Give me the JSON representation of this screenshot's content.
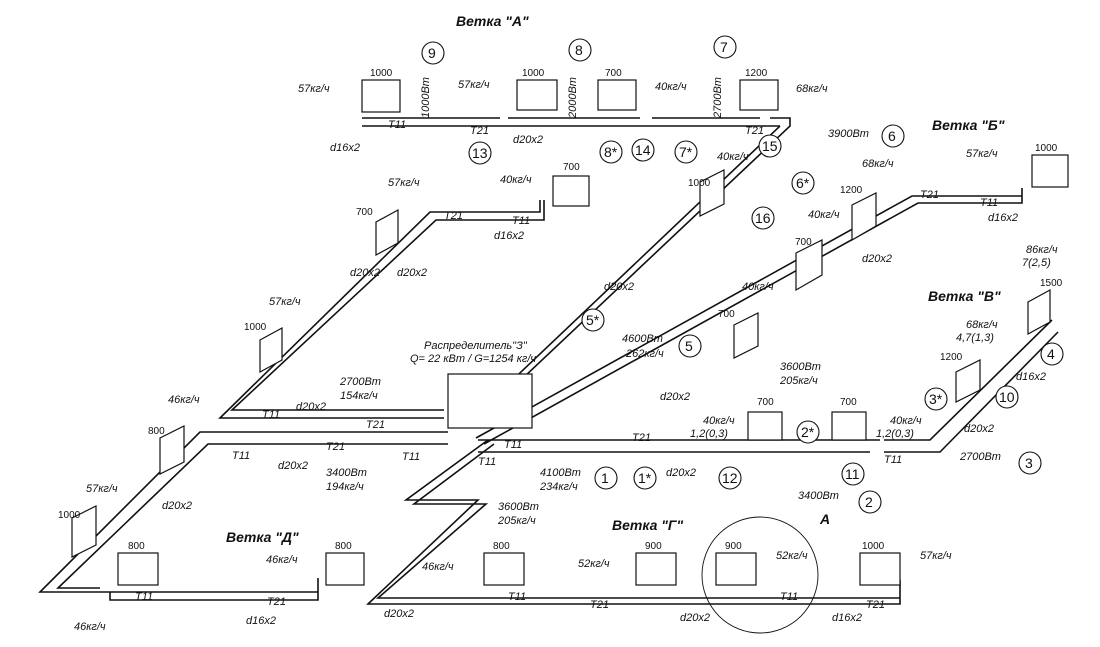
{
  "branches": {
    "a": "Ветка \"А\"",
    "b": "Ветка \"Б\"",
    "v": "Ветка \"В\"",
    "g": "Ветка \"Г\"",
    "d": "Ветка \"Д\""
  },
  "distributor": {
    "line1": "Распределитель\"З\"",
    "line2": "Q= 22 кВт / G=1254 кг/ч"
  },
  "detail": "А",
  "radiators": {
    "a1": "1000",
    "a2": "1000",
    "a3": "700",
    "a4": "1200",
    "b1": "1000",
    "b2": "1200",
    "b3": "700",
    "v1": "1500",
    "v2": "1200",
    "v3": "700",
    "v4": "700",
    "v5": "700",
    "g1": "1000",
    "g2": "900",
    "g3": "900",
    "g4": "800",
    "d1": "800",
    "d2": "800",
    "d3": "1000",
    "d4": "800",
    "d5": "1000",
    "c1": "700",
    "c2": "700",
    "c3": "1000"
  },
  "flows": {
    "a1": "57кг/ч",
    "a2": "57кг/ч",
    "a3": "40кг/ч",
    "a4": "68кг/ч",
    "b1": "57кг/ч",
    "b2": "68кг/ч",
    "b3": "40кг/ч",
    "v1": "86кг/ч",
    "v1b": "7(2,5)",
    "v2": "68кг/ч",
    "v2b": "4,7(1,3)",
    "v3": "40кг/ч",
    "v4": "40кг/ч",
    "v4b": "1,2(0,3)",
    "v5": "40кг/ч",
    "v5b": "1,2(0,3)",
    "g1": "57кг/ч",
    "g2": "52кг/ч",
    "g3": "52кг/ч",
    "g4": "46кг/ч",
    "d1": "46кг/ч",
    "d2": "46кг/ч",
    "d3": "57кг/ч",
    "d4": "46кг/ч",
    "d5": "57кг/ч",
    "c1": "40кг/ч",
    "c2": "57кг/ч",
    "c3": "40кг/ч"
  },
  "pipes": {
    "t11": "T11",
    "t21": "T21",
    "d16": "d16x2",
    "d20": "d20x2"
  },
  "segments": {
    "s1p": "4100Вт",
    "s1g": "234кг/ч",
    "s2p": "3400Вт",
    "s3p": "2700Вт",
    "s5p": "4600Вт",
    "s5g": "262кг/ч",
    "s6p": "3900Вт",
    "s7p": "2700Вт",
    "s8p": "2000Вт",
    "s9p": "1000Вт",
    "sv3p": "3600Вт",
    "sv3g": "205кг/ч",
    "sg3p": "3600Вт",
    "sg3g": "205кг/ч",
    "sd1p": "2700Вт",
    "sd1g": "154кг/ч",
    "sd2p": "3400Вт",
    "sd2g": "194кг/ч"
  },
  "nodes": {
    "n1": "1",
    "n1s": "1*",
    "n2": "2",
    "n2s": "2*",
    "n3": "3",
    "n3s": "3*",
    "n4": "4",
    "n5": "5",
    "n5s": "5*",
    "n6": "6",
    "n6s": "6*",
    "n7": "7",
    "n7s": "7*",
    "n8": "8",
    "n8s": "8*",
    "n9": "9",
    "n10": "10",
    "n11": "11",
    "n12": "12",
    "n13": "13",
    "n14": "14",
    "n15": "15",
    "n16": "16"
  }
}
